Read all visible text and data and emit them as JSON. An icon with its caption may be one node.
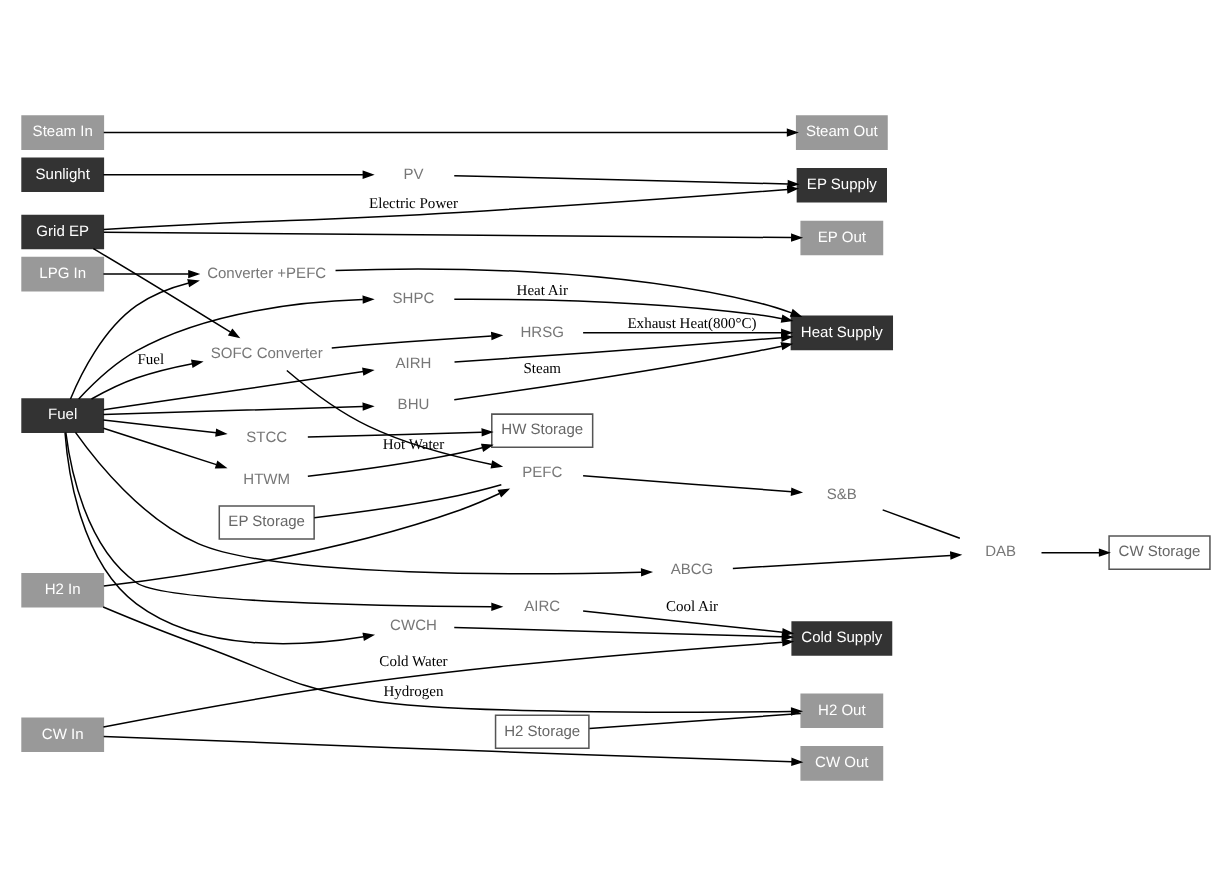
{
  "diagram": {
    "nodes": [
      {
        "text": [
          "Sunlight"
        ]
      },
      {
        "text": [
          "PV"
        ]
      },
      {
        "text": [
          "H2 In"
        ]
      },
      {
        "text": [
          "Grid EP"
        ]
      },
      {
        "text": [
          "LPG In"
        ]
      },
      {
        "text": [
          "Fuel"
        ]
      },
      {
        "text": [
          "EP Storage"
        ]
      },
      {
        "text": [
          "H2 Storage"
        ]
      },
      {
        "text": [
          "SOFC Converter"
        ]
      },
      {
        "text": [
          "PEFC"
        ]
      },
      {
        "text": [
          "HRSG"
        ]
      },
      {
        "text": [
          "Converter +PEFC"
        ]
      },
      {
        "text": [
          "SHPC"
        ]
      },
      {
        "text": [
          "AIRH"
        ]
      },
      {
        "text": [
          "BHU"
        ]
      },
      {
        "text": [
          "Steam In"
        ]
      },
      {
        "text": [
          "ABCG"
        ]
      },
      {
        "text": [
          "STCC"
        ]
      },
      {
        "text": [
          "HTWM"
        ]
      },
      {
        "text": [
          "AIRC"
        ]
      },
      {
        "text": [
          "CW In"
        ]
      },
      {
        "text": [
          "CWCH"
        ]
      },
      {
        "text": [
          "DAB"
        ]
      },
      {
        "text": [
          "S&B"
        ]
      },
      {
        "text": [
          "HW Storage"
        ]
      },
      {
        "text": [
          "CW Storage"
        ]
      },
      {
        "text": [
          "H2 Out"
        ]
      },
      {
        "text": [
          "EP Supply"
        ]
      },
      {
        "text": [
          "EP Out"
        ]
      },
      {
        "text": [
          "Heat Supply"
        ]
      },
      {
        "text": [
          "Steam Out"
        ]
      },
      {
        "text": [
          "Cold Supply"
        ]
      },
      {
        "text": [
          "CW Out"
        ]
      }
    ],
    "edges": [
      {
        "from": 0,
        "to": 1,
        "arrow": "to"
      },
      {
        "from": 2,
        "to": 26,
        "arrow": "to",
        "label": "Hydrogen"
      },
      {
        "from": 7,
        "to": 26,
        "arrow": "none"
      },
      {
        "from": 2,
        "to": 9,
        "arrow": "to"
      },
      {
        "from": 1,
        "to": 27,
        "arrow": "to"
      },
      {
        "from": 3,
        "to": 27,
        "arrow": "to",
        "label": "Electric Power"
      },
      {
        "from": 3,
        "to": 8,
        "arrow": "to"
      },
      {
        "from": 3,
        "to": 28,
        "arrow": "to"
      },
      {
        "from": 6,
        "to": 9,
        "arrow": "none"
      },
      {
        "from": 5,
        "to": 8,
        "arrow": "to",
        "label": "Fuel"
      },
      {
        "from": 4,
        "to": 11,
        "arrow": "to"
      },
      {
        "from": 5,
        "to": 11,
        "arrow": "to"
      },
      {
        "from": 5,
        "to": 12,
        "arrow": "to"
      },
      {
        "from": 5,
        "to": 13,
        "arrow": "to"
      },
      {
        "from": 5,
        "to": 14,
        "arrow": "to"
      },
      {
        "from": 5,
        "to": 16,
        "arrow": "to"
      },
      {
        "from": 5,
        "to": 17,
        "arrow": "to"
      },
      {
        "from": 5,
        "to": 18,
        "arrow": "to"
      },
      {
        "from": 5,
        "to": 19,
        "arrow": "to"
      },
      {
        "from": 5,
        "to": 21,
        "arrow": "to"
      },
      {
        "from": 8,
        "to": 9,
        "arrow": "to"
      },
      {
        "from": 8,
        "to": 10,
        "arrow": "to"
      },
      {
        "from": 10,
        "to": 29,
        "arrow": "to",
        "label": "Exhaust Heat(800°C)"
      },
      {
        "from": 11,
        "to": 29,
        "arrow": "to"
      },
      {
        "from": 12,
        "to": 29,
        "arrow": "to",
        "label": "Heat Air"
      },
      {
        "from": 13,
        "to": 29,
        "arrow": "to"
      },
      {
        "from": 14,
        "to": 29,
        "arrow": "to",
        "label": "Steam"
      },
      {
        "from": 15,
        "to": 30,
        "arrow": "to"
      },
      {
        "from": 16,
        "to": 22,
        "arrow": "to"
      },
      {
        "from": 17,
        "to": 24,
        "arrow": "to"
      },
      {
        "from": 18,
        "to": 24,
        "arrow": "to",
        "label": "Hot Water"
      },
      {
        "from": 9,
        "to": 23,
        "arrow": "to"
      },
      {
        "from": 23,
        "to": 22,
        "arrow": "none"
      },
      {
        "from": 22,
        "to": 25,
        "arrow": "to"
      },
      {
        "from": 19,
        "to": 31,
        "arrow": "to",
        "label": "Cool Air"
      },
      {
        "from": 20,
        "to": 31,
        "arrow": "to",
        "label": "Cold Water"
      },
      {
        "from": 20,
        "to": 32,
        "arrow": "to"
      },
      {
        "from": 21,
        "to": 31,
        "arrow": "to"
      }
    ]
  }
}
